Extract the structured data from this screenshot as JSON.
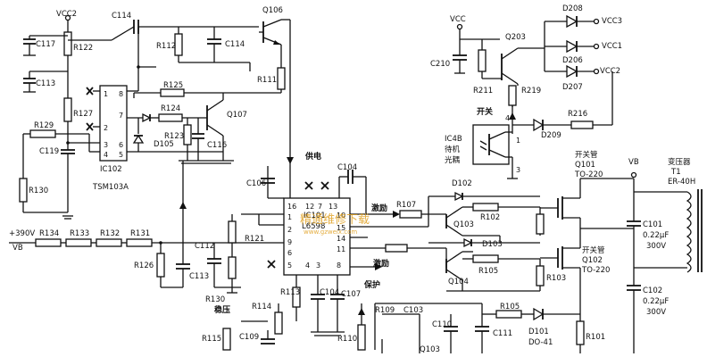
{
  "labels": {
    "vcc2_top": "VCC2",
    "c114a": "C114",
    "q106": "Q106",
    "c117": "C117",
    "r122": "R122",
    "r112": "R112",
    "c114b": "C114",
    "c113a": "C113",
    "r111": "R111",
    "r125": "R125",
    "r127": "R127",
    "r124": "R124",
    "q107": "Q107",
    "r123": "R123",
    "c116": "C116",
    "r129": "R129",
    "d105": "D105",
    "c119": "C119",
    "ic102": "IC102",
    "tsm": "TSM103A",
    "r130a": "R130",
    "gongdian": "供电",
    "c104a": "C104",
    "c106": "C106",
    "r107": "R107",
    "jili1": "激励",
    "d102": "D102",
    "r102": "R102",
    "q103": "Q103",
    "ic101": "IC101",
    "l6598": "L6598",
    "d103": "D103",
    "r105a": "R105",
    "q104": "Q104",
    "jili2": "激励",
    "v390": "+390V",
    "vb_left": "VB",
    "r134": "R134",
    "r133": "R133",
    "r132": "R132",
    "r131": "R131",
    "r121": "R121",
    "c112": "C112",
    "r126": "R126",
    "c113b": "C113",
    "r130b": "R130",
    "wenya": "稳压",
    "r113": "R113",
    "r114": "R114",
    "c104b": "C104",
    "c107": "C107",
    "baohu": "保护",
    "r103": "R103",
    "r109": "R109",
    "c103": "C103",
    "r105b": "R105",
    "c109": "C109",
    "r115": "R115",
    "r110": "R110",
    "c110": "C110",
    "c111": "C111",
    "q103b": "Q103",
    "d101": "D101",
    "do41": "DO-41",
    "r101": "R101",
    "vcc": "VCC",
    "q203": "Q203",
    "d208": "D208",
    "vcc3": "VCC3",
    "vcc1": "VCC1",
    "d206": "D206",
    "c210": "C210",
    "r211": "R211",
    "r219": "R219",
    "d207": "D207",
    "vcc2_right": "VCC2",
    "kaiguan": "开关",
    "r216": "R216",
    "d209": "D209",
    "ic4b": "IC4B",
    "daiji": "待机",
    "guangou": "光耦",
    "sw1": "开关管",
    "q101": "Q101",
    "to220a": "TO-220",
    "sw2": "开关管",
    "q102": "Q102",
    "to220b": "TO-220",
    "vb_right": "VB",
    "bianyaqi": "变压器",
    "t1": "T1",
    "er40h": "ER-40H",
    "c101": "C101",
    "c101v": "0.22μF",
    "c101u": "300V",
    "c102": "C102",
    "c102v": "0.22μF",
    "c102u": "300V",
    "wm_main": "精通维修下载",
    "wm_url": "www.gzweix.com"
  },
  "pins": {
    "ic102": [
      "1",
      "2",
      "3",
      "4",
      "5",
      "6",
      "7",
      "8"
    ],
    "ic101": [
      "16",
      "12",
      "7",
      "13",
      "10",
      "14",
      "15",
      "11",
      "9",
      "6",
      "5",
      "4",
      "3",
      "1",
      "2",
      "8"
    ],
    "ic4b": [
      "4",
      "1",
      "3"
    ]
  }
}
